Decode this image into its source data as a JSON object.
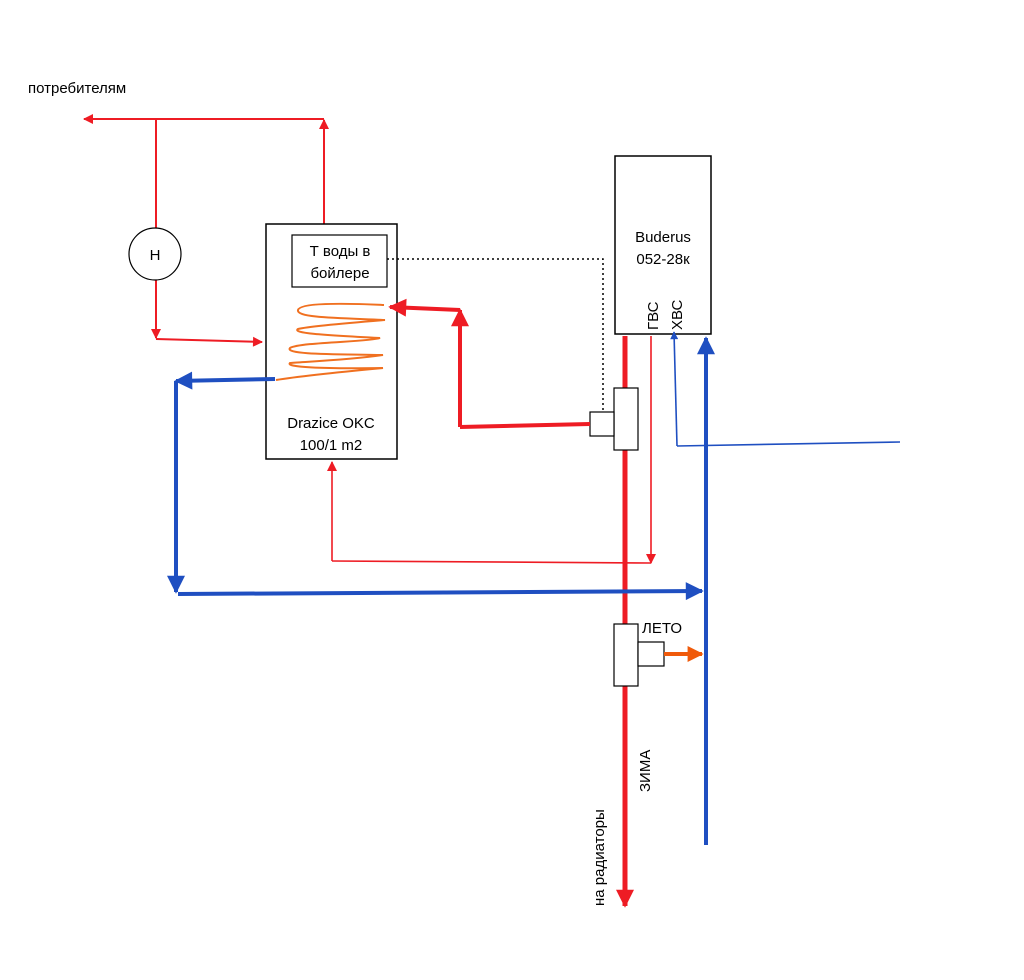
{
  "labels": {
    "consumers": "потребителям",
    "pump": "Н",
    "sensor_line1": "Т воды в",
    "sensor_line2": "бойлере",
    "boiler_line1": "Drazice OKC",
    "boiler_line2": "100/1 m2",
    "buderus_line1": "Buderus",
    "buderus_line2": "052-28к",
    "hot_water": "ГВС",
    "cold_water": "ХВС",
    "summer": "ЛЕТО",
    "winter": "ЗИМА",
    "radiators": "на радиаторы"
  },
  "colors": {
    "hot_pipe": "#ee1c24",
    "cold_pipe": "#1f4fc1",
    "summer_arrow": "#f05a0a",
    "coil": "#f07020",
    "outline": "#000000"
  }
}
